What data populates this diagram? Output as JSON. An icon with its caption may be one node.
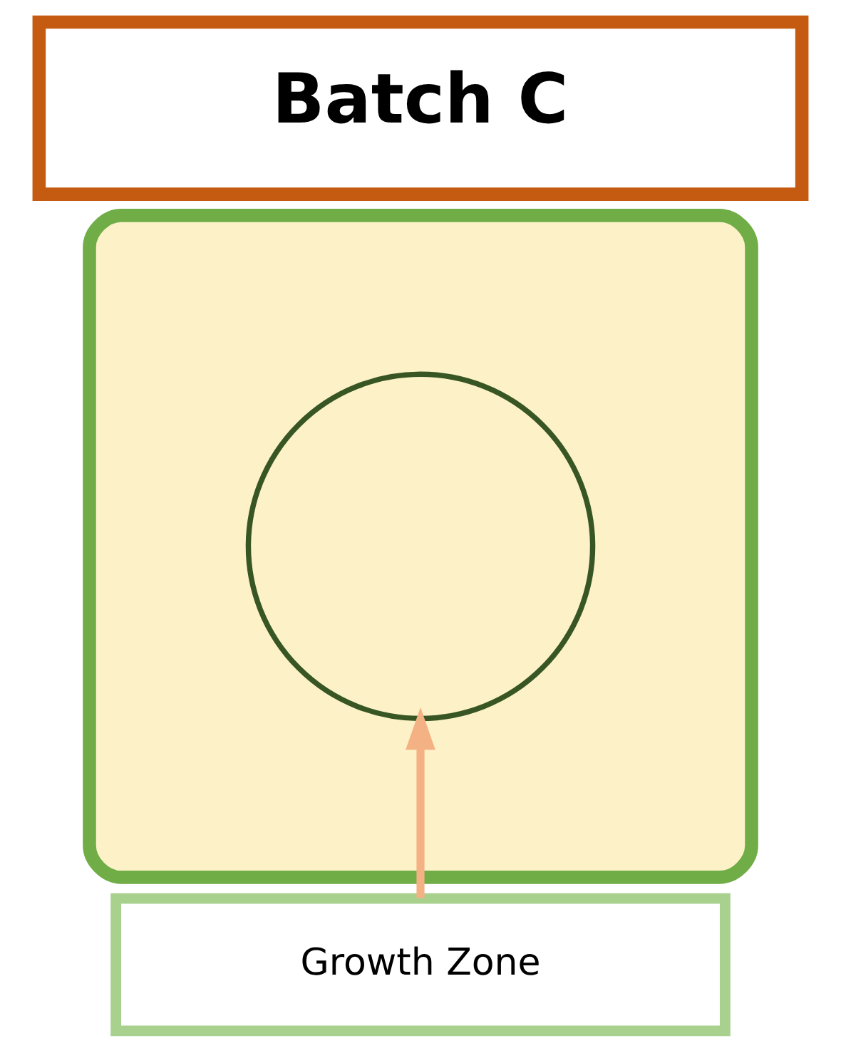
{
  "diagram": {
    "nodes": [
      {
        "text": [
          "Batch C"
        ]
      },
      {
        "text": [],
        "shape": "ellipse"
      },
      {
        "text": [],
        "shape": "circle",
        "in": 1
      },
      {
        "text": [
          "Growth Zone"
        ]
      }
    ],
    "edges": [
      {
        "from": 3,
        "to": 2,
        "arrow": "to",
        "color": "#f4b183"
      }
    ]
  }
}
